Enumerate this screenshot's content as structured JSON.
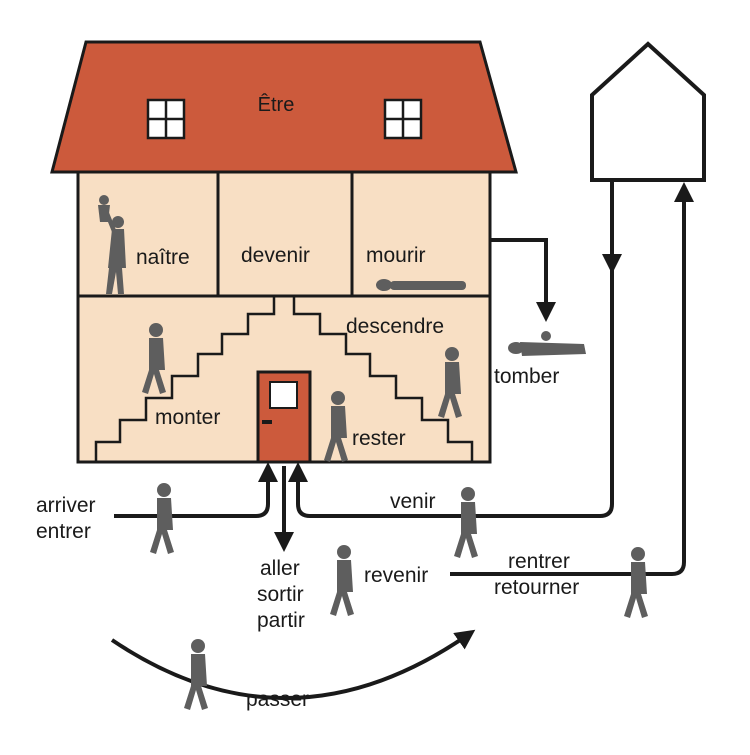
{
  "house": {
    "title": "Être",
    "upper_rooms": [
      "naître",
      "devenir",
      "mourir"
    ],
    "lower_labels": {
      "descendre": "descendre",
      "monter": "monter",
      "rester": "rester"
    }
  },
  "outside": {
    "tomber": "tomber",
    "arriver": "arriver",
    "entrer": "entrer",
    "venir": "venir",
    "aller": "aller",
    "sortir": "sortir",
    "partir": "partir",
    "revenir": "revenir",
    "rentrer": "rentrer",
    "retourner": "retourner",
    "passer": "passer"
  },
  "colors": {
    "roof": "#cc5a3c",
    "wall": "#f8dfc4",
    "door": "#cc5a3c",
    "outline": "#1a1a1a",
    "figure": "#5e5e5e"
  }
}
